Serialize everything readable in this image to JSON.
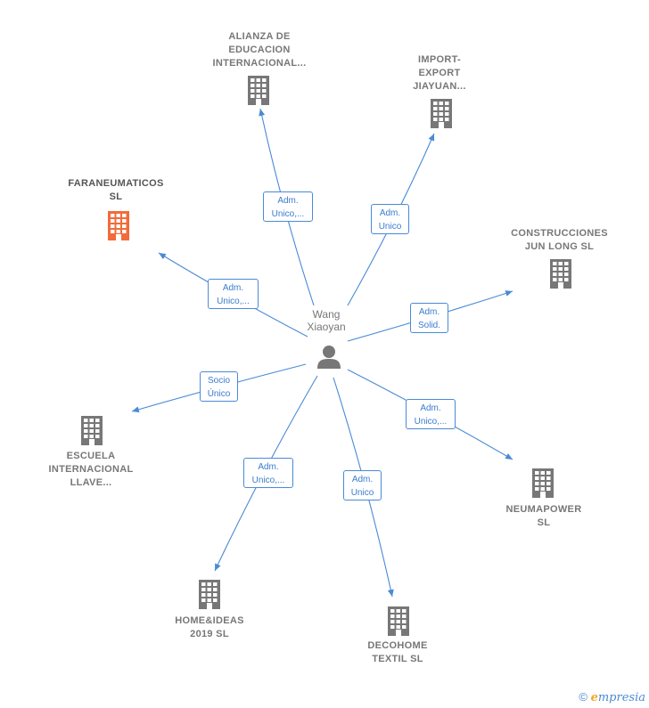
{
  "center": {
    "name": "Wang\nXiaoyan",
    "icon": "person-icon"
  },
  "colors": {
    "edge": "#4a8ad6",
    "building": "#777777",
    "highlight": "#f26b3a",
    "text": "#777777"
  },
  "nodes": [
    {
      "id": "alianza",
      "label": "ALIANZA DE\nEDUCACION\nINTERNACIONAL...",
      "role": "Adm.\nUnico,...",
      "highlight": false
    },
    {
      "id": "import",
      "label": "IMPORT-\nEXPORT\nJIAYUAN...",
      "role": "Adm.\nUnico",
      "highlight": false
    },
    {
      "id": "faraneumaticos",
      "label": "FARANEUMATICOS\nSL",
      "role": "Adm.\nUnico,...",
      "highlight": true
    },
    {
      "id": "construcciones",
      "label": "CONSTRUCCIONES\nJUN LONG SL",
      "role": "Adm.\nSolid.",
      "highlight": false
    },
    {
      "id": "escuela",
      "label": "ESCUELA\nINTERNACIONAL\nLLAVE...",
      "role": "Socio\nÚnico",
      "highlight": false
    },
    {
      "id": "neumapower",
      "label": "NEUMAPOWER\nSL",
      "role": "Adm.\nUnico,...",
      "highlight": false
    },
    {
      "id": "homeideas",
      "label": "HOME&IDEAS\n2019 SL",
      "role": "Adm.\nUnico,...",
      "highlight": false
    },
    {
      "id": "decohome",
      "label": "DECOHOME\nTEXTIL SL",
      "role": "Adm.\nUnico",
      "highlight": false
    }
  ],
  "footer": {
    "copyright": "©",
    "brand_initial": "e",
    "brand_rest": "mpresia"
  }
}
